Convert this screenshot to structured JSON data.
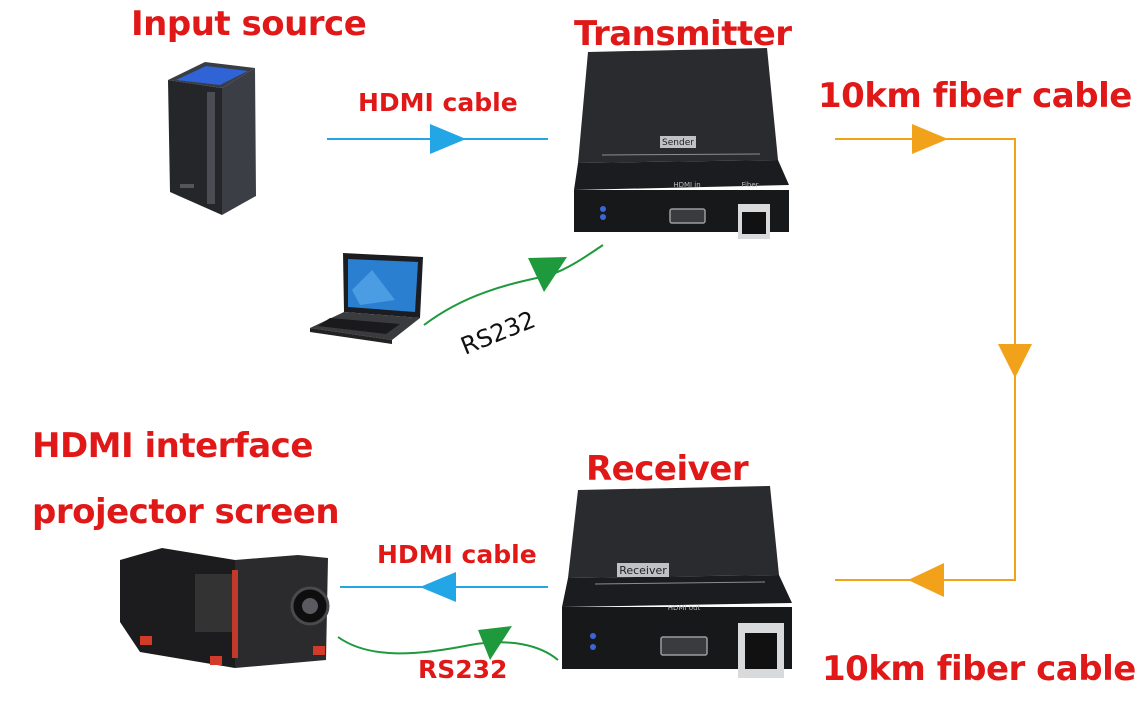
{
  "labels": {
    "input_source": "Input source",
    "transmitter": "Transmitter",
    "fiber_top": "10km fiber cable",
    "hdmi_top": "HDMI cable",
    "rs232_top": "RS232",
    "receiver": "Receiver",
    "projector_line1": "HDMI interface",
    "projector_line2": "projector screen",
    "hdmi_bottom": "HDMI cable",
    "rs232_bottom": "RS232",
    "fiber_bottom": "10km fiber cable"
  },
  "devices": {
    "transmitter_brand": "Sender",
    "transmitter_port": "HDMI in",
    "transmitter_fiber": "Fiber",
    "receiver_brand": "Receiver",
    "receiver_port": "HDMI out"
  },
  "colors": {
    "label_red": "#e01818",
    "hdmi_cable": "#22a6e6",
    "rs232_cable": "#1e9a3c",
    "fiber_cable": "#f2a21a",
    "device_body": "#1e1f22"
  }
}
